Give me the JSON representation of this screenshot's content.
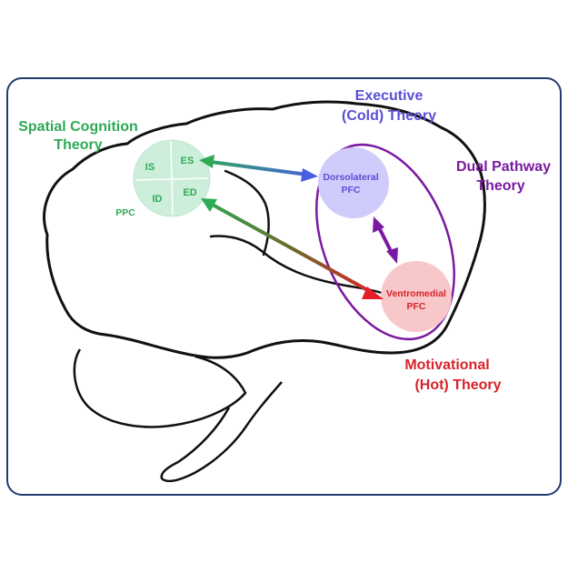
{
  "colors": {
    "frame": "#1f3b70",
    "brain_outline": "#111111",
    "spatial": "#2eaa55",
    "spatial_fill": "#cdeedb",
    "executive": "#5a4fd6",
    "dorsolateral_fill": "#cfcbfa",
    "motivational": "#d8232a",
    "ventromedial_fill": "#f7c7c9",
    "dual": "#7a1aa0"
  },
  "labels": {
    "spatial_theory_line1": "Spatial Cognition",
    "spatial_theory_line2": "Theory",
    "executive_theory_line1": "Executive",
    "executive_theory_line2": "(Cold) Theory",
    "dual_theory_line1": "Dual Pathway",
    "dual_theory_line2": "Theory",
    "motivational_theory_line1": "Motivational",
    "motivational_theory_line2": "(Hot) Theory"
  },
  "ppc": {
    "label": "PPC",
    "quadrants": {
      "is": "IS",
      "es": "ES",
      "id": "ID",
      "ed": "ED"
    }
  },
  "dorsolateral": {
    "line1": "Dorsolateral",
    "line2": "PFC"
  },
  "ventromedial": {
    "line1": "Ventromedial",
    "line2": "PFC"
  }
}
